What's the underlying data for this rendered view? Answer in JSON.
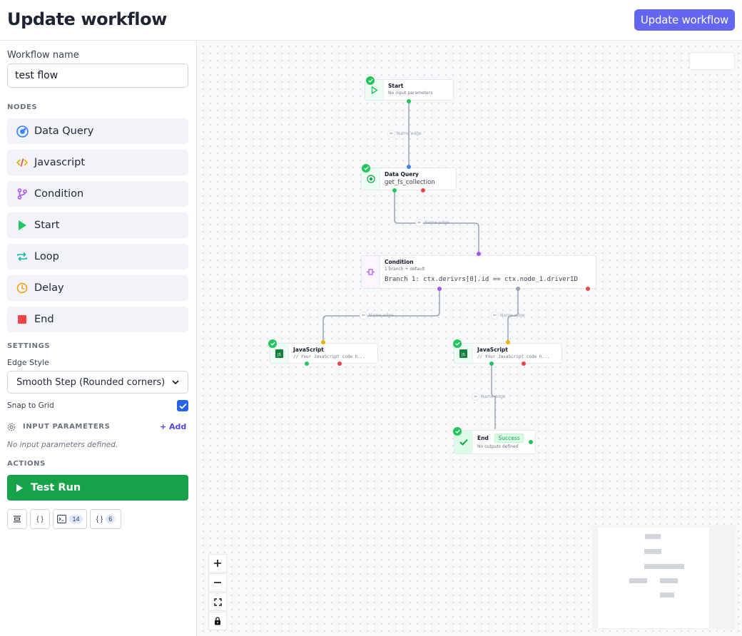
{
  "header": {
    "title": "Update workflow",
    "update_button": "Update workflow"
  },
  "sidebar": {
    "workflow_name_label": "Workflow name",
    "workflow_name_value": "test flow",
    "nodes_header": "NODES",
    "nodes": [
      {
        "label": "Data Query",
        "icon": "database-icon"
      },
      {
        "label": "Javascript",
        "icon": "code-icon"
      },
      {
        "label": "Condition",
        "icon": "branch-icon"
      },
      {
        "label": "Start",
        "icon": "play-icon"
      },
      {
        "label": "Loop",
        "icon": "loop-icon"
      },
      {
        "label": "Delay",
        "icon": "clock-icon"
      },
      {
        "label": "End",
        "icon": "stop-icon"
      }
    ],
    "settings_header": "SETTINGS",
    "edge_style_label": "Edge Style",
    "edge_style_value": "Smooth Step (Rounded corners)",
    "snap_to_grid_label": "Snap to Grid",
    "snap_to_grid_checked": true,
    "input_params_header": "INPUT PARAMETERS",
    "add_label": "+ Add",
    "no_params_text": "No input parameters defined.",
    "actions_header": "ACTIONS",
    "test_run_label": "Test Run",
    "tools": [
      {
        "icon": "align-icon",
        "label": ""
      },
      {
        "icon": "braces-icon",
        "label": "{ }"
      },
      {
        "icon": "terminal-icon",
        "count": "14"
      },
      {
        "icon": "braces-icon",
        "label": "{ }",
        "count": "6"
      }
    ]
  },
  "canvas": {
    "nodes": {
      "start": {
        "title": "Start",
        "subtitle": "No input parameters"
      },
      "data_query": {
        "title": "Data Query",
        "subtitle": "get_fs_collection"
      },
      "condition": {
        "title": "Condition",
        "subtitle": "1 branch + default",
        "branch": "Branch 1: ctx.derivrs[0].id == ctx.node_1.driverID"
      },
      "js1": {
        "title": "JavaScript",
        "subtitle": "// Your JavaScript code h..."
      },
      "js2": {
        "title": "JavaScript",
        "subtitle": "// Your JavaScript code h..."
      },
      "end": {
        "title": "End",
        "status": "Success",
        "subtitle": "No outputs defined"
      }
    },
    "edge_label": "Name edge",
    "colors": {
      "success": "#22c55e",
      "error": "#ef4444",
      "primary": "#6366f1",
      "blue": "#3b82f6",
      "purple": "#a855f7",
      "amber": "#eab308"
    }
  }
}
